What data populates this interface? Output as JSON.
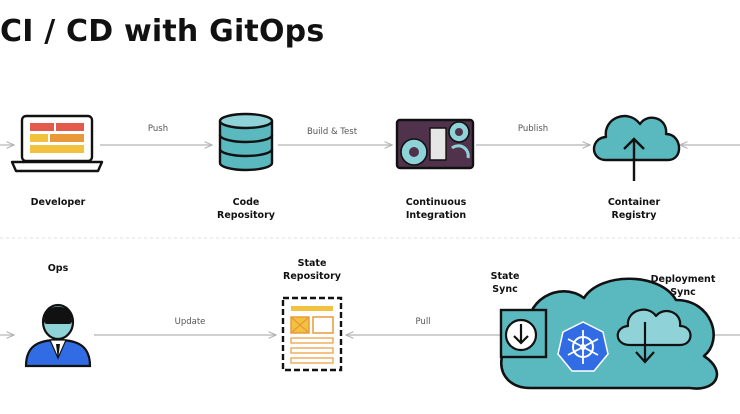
{
  "title": "CI / CD with GitOps",
  "nodes": {
    "developer": [
      "Developer"
    ],
    "code_repository": [
      "Code",
      "Repository"
    ],
    "continuous_integration": [
      "Continuous",
      "Integration"
    ],
    "container_registry": [
      "Container",
      "Registry"
    ],
    "ops": [
      "Ops"
    ],
    "state_repository": [
      "State",
      "Repository"
    ],
    "state_sync": [
      "State",
      "Sync"
    ],
    "deployment_sync": [
      "Deployment",
      "Sync"
    ]
  },
  "edges": {
    "push": "Push",
    "build_test": "Build & Test",
    "publish": "Publish",
    "update": "Update",
    "pull": "Pull"
  },
  "colors": {
    "teal": "#5ab9bf",
    "teal_light": "#8fd3d8",
    "dark_purple": "#50324c",
    "orange": "#e89a3b",
    "yellow": "#f2c23e",
    "red": "#e35b4c",
    "k8s_blue": "#326ce5",
    "line_gray": "#b4b4b4"
  },
  "icons": {
    "developer": "laptop-icon",
    "code_repository": "database-icon",
    "continuous_integration": "gears-icon",
    "container_registry": "cloud-upload-icon",
    "ops": "agent-icon",
    "state_repository": "document-icon",
    "state_sync": "download-box-icon",
    "cluster": "kubernetes-cloud-icon",
    "deployment_sync": "cloud-download-icon"
  }
}
